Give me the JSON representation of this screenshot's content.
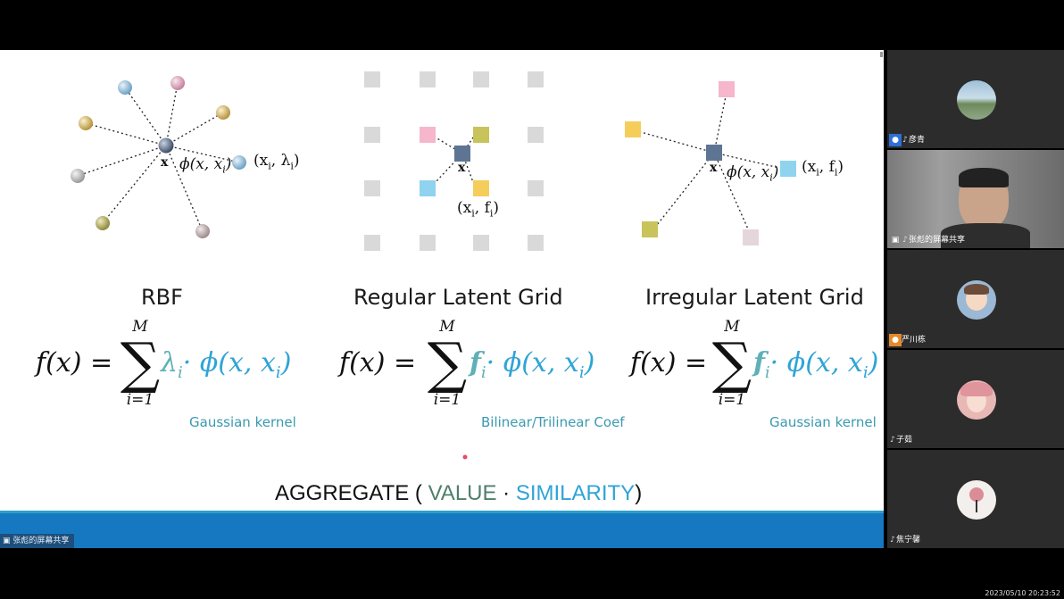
{
  "slide": {
    "sections": [
      {
        "title": "RBF",
        "value_symbol": "λ",
        "kernel_label": "Gaussian kernel"
      },
      {
        "title": "Regular Latent Grid",
        "value_symbol": "f",
        "kernel_label": "Bilinear/Trilinear Coef"
      },
      {
        "title": "Irregular Latent Grid",
        "value_symbol": "f",
        "kernel_label": "Gaussian kernel"
      }
    ],
    "formula": {
      "lhs": "f(x) =",
      "sum_top": "M",
      "sum_bottom": "i=1",
      "sum_sign": "∑",
      "dot_kernel": "· ϕ(x, x",
      "sub_i": "i",
      "close": ")"
    },
    "diagram_labels": {
      "rbf_center": "x",
      "rbf_phi": "ϕ(x, x",
      "rbf_pair": "(x",
      "rbf_pair_tail": ", λ",
      "grid_center": "x",
      "grid_pair": "(x",
      "grid_pair_tail": ", f",
      "irr_center": "x",
      "irr_phi": "ϕ(x, x",
      "irr_pair": "(x",
      "irr_pair_tail": ", f",
      "sub_i": "i",
      "close_paren": ")"
    },
    "aggregate": {
      "prefix": "AGGREGATE ( ",
      "value": "VALUE",
      "dot": " · ",
      "similarity": "SIMILARITY",
      "suffix": ")"
    },
    "colors": {
      "value_teal": "#5fb0b7",
      "similarity_blue": "#2fa4d6",
      "footer_blue": "#1778c2"
    }
  },
  "share_label": "张彪的屏幕共享",
  "participants": [
    {
      "name": "彦青",
      "avatar": "landscape-photo",
      "badge_color": "#2d6fd6"
    },
    {
      "name": "张彪的屏幕共享",
      "avatar": "webcam-video"
    },
    {
      "name": "严川栋",
      "avatar": "cartoon-avatar",
      "badge_color": "#e58a2a"
    },
    {
      "name": "子茹",
      "avatar": "pink-hair-avatar"
    },
    {
      "name": "焦宁馨",
      "avatar": "flower-avatar"
    }
  ],
  "timestamp": "2023/05/10 20:23:52"
}
